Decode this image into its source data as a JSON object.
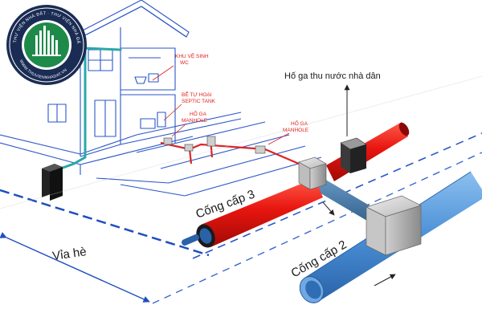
{
  "logo": {
    "ring_text_top": "THƯ VIỆN NHÀ ĐẤT · THƯ VIỆN NHÀ ĐẤT",
    "ring_text_bottom": "WWW.THUVIENNHADAT.VN"
  },
  "labels": {
    "wc": [
      "KHU VỆ SINH",
      "WC"
    ],
    "septic": [
      "BỂ TỰ HOẠI",
      "SEPTIC TANK"
    ],
    "manhole_left": [
      "HỐ GA",
      "MANHOLE"
    ],
    "manhole_right": [
      "HỐ GA",
      "MANHOLE"
    ],
    "house_pit": "Hố ga thu nước nhà dân",
    "sewer3": "Cống cấp 3",
    "sewer2": "Cống cấp 2",
    "sidewalk": "Vỉa hè"
  },
  "colors": {
    "red_pipe": "#e8150f",
    "blue_pipe": "#4a8fd6",
    "steel_pipe": "#4a7aa8",
    "line_blue": "#2b56c8",
    "label_red": "#e0201a"
  }
}
